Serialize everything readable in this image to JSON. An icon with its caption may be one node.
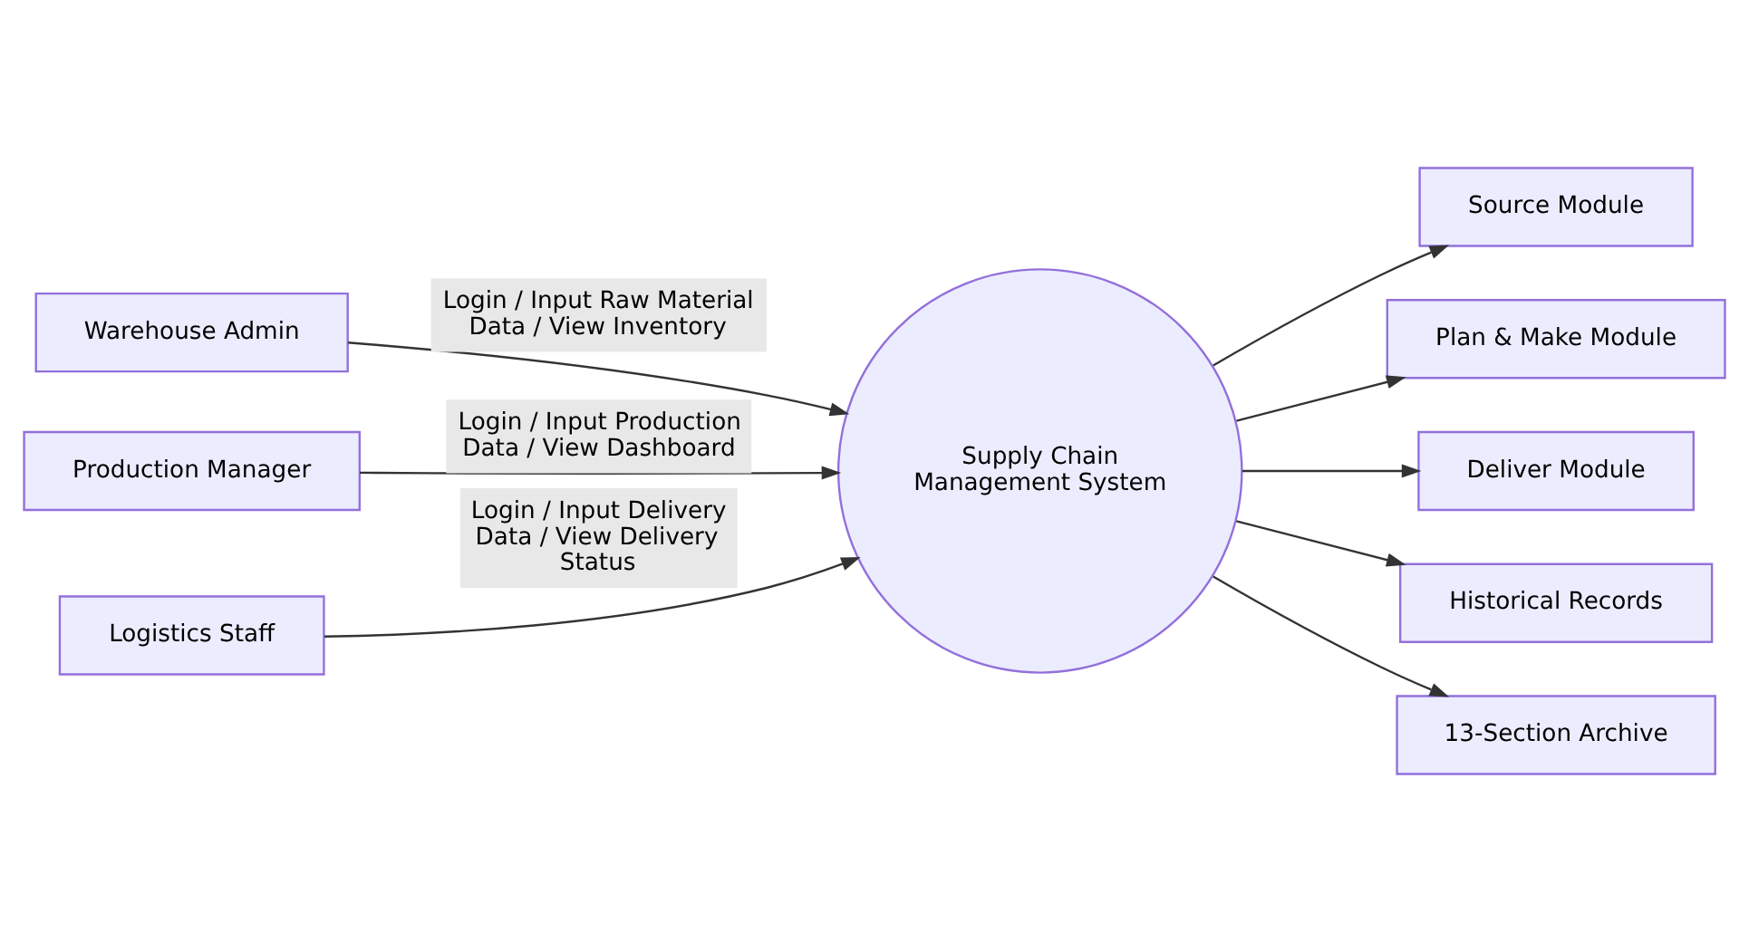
{
  "diagram": {
    "nodes": [
      {
        "text": [
          "Warehouse Admin"
        ]
      },
      {
        "text": [
          "Production Manager"
        ]
      },
      {
        "text": [
          "Logistics Staff"
        ]
      },
      {
        "text": [
          "Supply Chain Management System"
        ]
      },
      {
        "text": [
          "Source Module"
        ]
      },
      {
        "text": [
          "Plan & Make Module"
        ]
      },
      {
        "text": [
          "Deliver Module"
        ]
      },
      {
        "text": [
          "Historical Records"
        ]
      },
      {
        "text": [
          "13-Section Archive"
        ]
      }
    ],
    "edges": [
      {
        "from": 0,
        "to": 3,
        "arrow": "to",
        "label": "Login / Input Raw Material Data / View Inventory"
      },
      {
        "from": 1,
        "to": 3,
        "arrow": "to",
        "label": "Login / Input Production Data / View Dashboard"
      },
      {
        "from": 2,
        "to": 3,
        "arrow": "to",
        "label": "Login / Input Delivery Data / View Delivery Status"
      },
      {
        "from": 3,
        "to": 4,
        "arrow": "to"
      },
      {
        "from": 3,
        "to": 5,
        "arrow": "to"
      },
      {
        "from": 3,
        "to": 6,
        "arrow": "to"
      },
      {
        "from": 3,
        "to": 7,
        "arrow": "to"
      },
      {
        "from": 3,
        "to": 8,
        "arrow": "to"
      }
    ]
  }
}
